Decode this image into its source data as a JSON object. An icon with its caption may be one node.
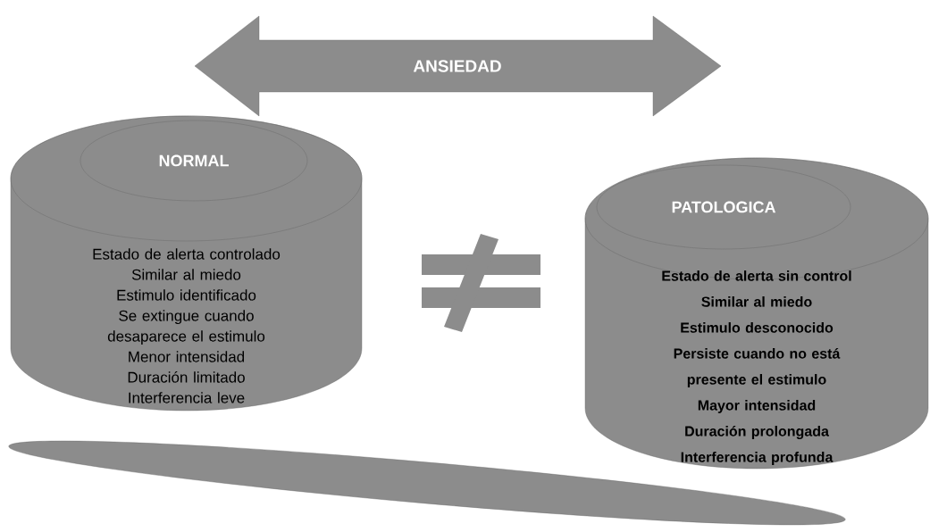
{
  "diagram": {
    "nodes": [
      {
        "text": [
          "ANSIEDAD"
        ]
      },
      {
        "text": [
          "Estado de alerta controlado",
          "Similar al miedo",
          "Estimulo identificado",
          "Se extingue cuando desaparece el estimulo",
          "Menor intensidad",
          "Duración limitado",
          "Interferencia leve"
        ]
      },
      {
        "text": [
          "NORMAL"
        ],
        "in": 1
      },
      {
        "text": [
          "Estado de alerta sin control",
          "Similar al miedo",
          "Estimulo desconocido",
          "Persiste cuando no está presente el estimulo",
          "Mayor intensidad",
          "Duración prolongada",
          "Interferencia profunda"
        ]
      },
      {
        "text": [
          "PATOLOGICA"
        ],
        "in": 3
      },
      {
        "text": [],
        "shape": "ellipse"
      }
    ]
  }
}
